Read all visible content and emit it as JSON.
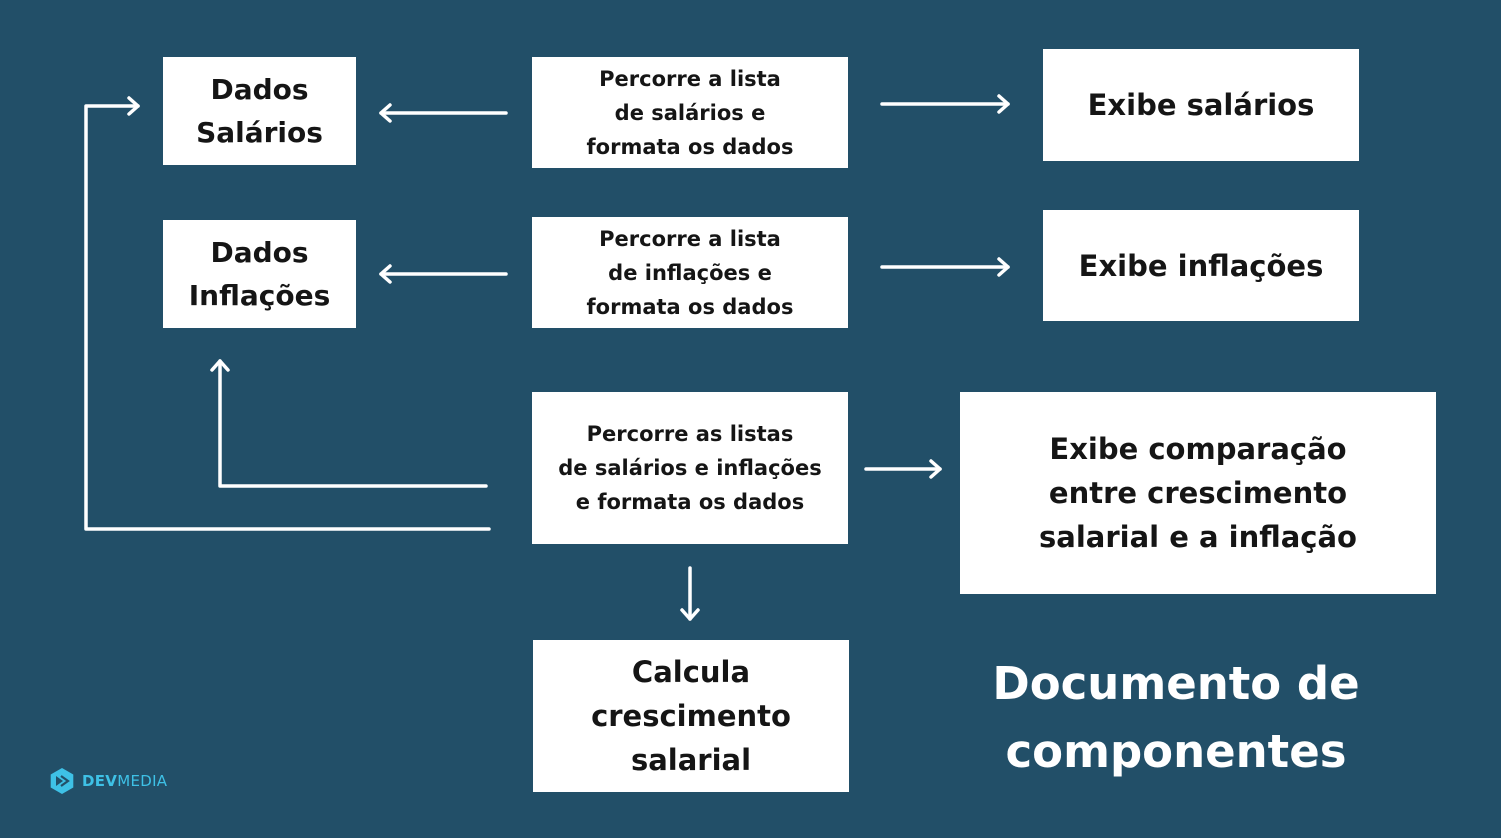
{
  "boxes": {
    "dados_salarios": "Dados\nSalários",
    "dados_inflacoes": "Dados\nInflações",
    "percorre_salarios": "Percorre a lista\nde salários e\nformata os dados",
    "percorre_inflacoes": "Percorre a lista\nde inflações e\nformata os dados",
    "percorre_ambas": "Percorre as listas\nde salários e inflações\ne  formata os dados",
    "exibe_salarios": "Exibe salários",
    "exibe_inflacoes": "Exibe inflações",
    "exibe_comparacao": "Exibe comparação\nentre crescimento\nsalarial e a inflação",
    "calcula_crescimento": "Calcula\ncrescimento\nsalarial"
  },
  "title": "Documento de\ncomponentes",
  "logo": {
    "text_bold": "DEV",
    "text_light": "MEDIA",
    "icon": "devmedia-logo-icon"
  },
  "colors": {
    "background": "#224f68",
    "box": "#ffffff",
    "text": "#151515",
    "logo": "#3ec1e6"
  }
}
